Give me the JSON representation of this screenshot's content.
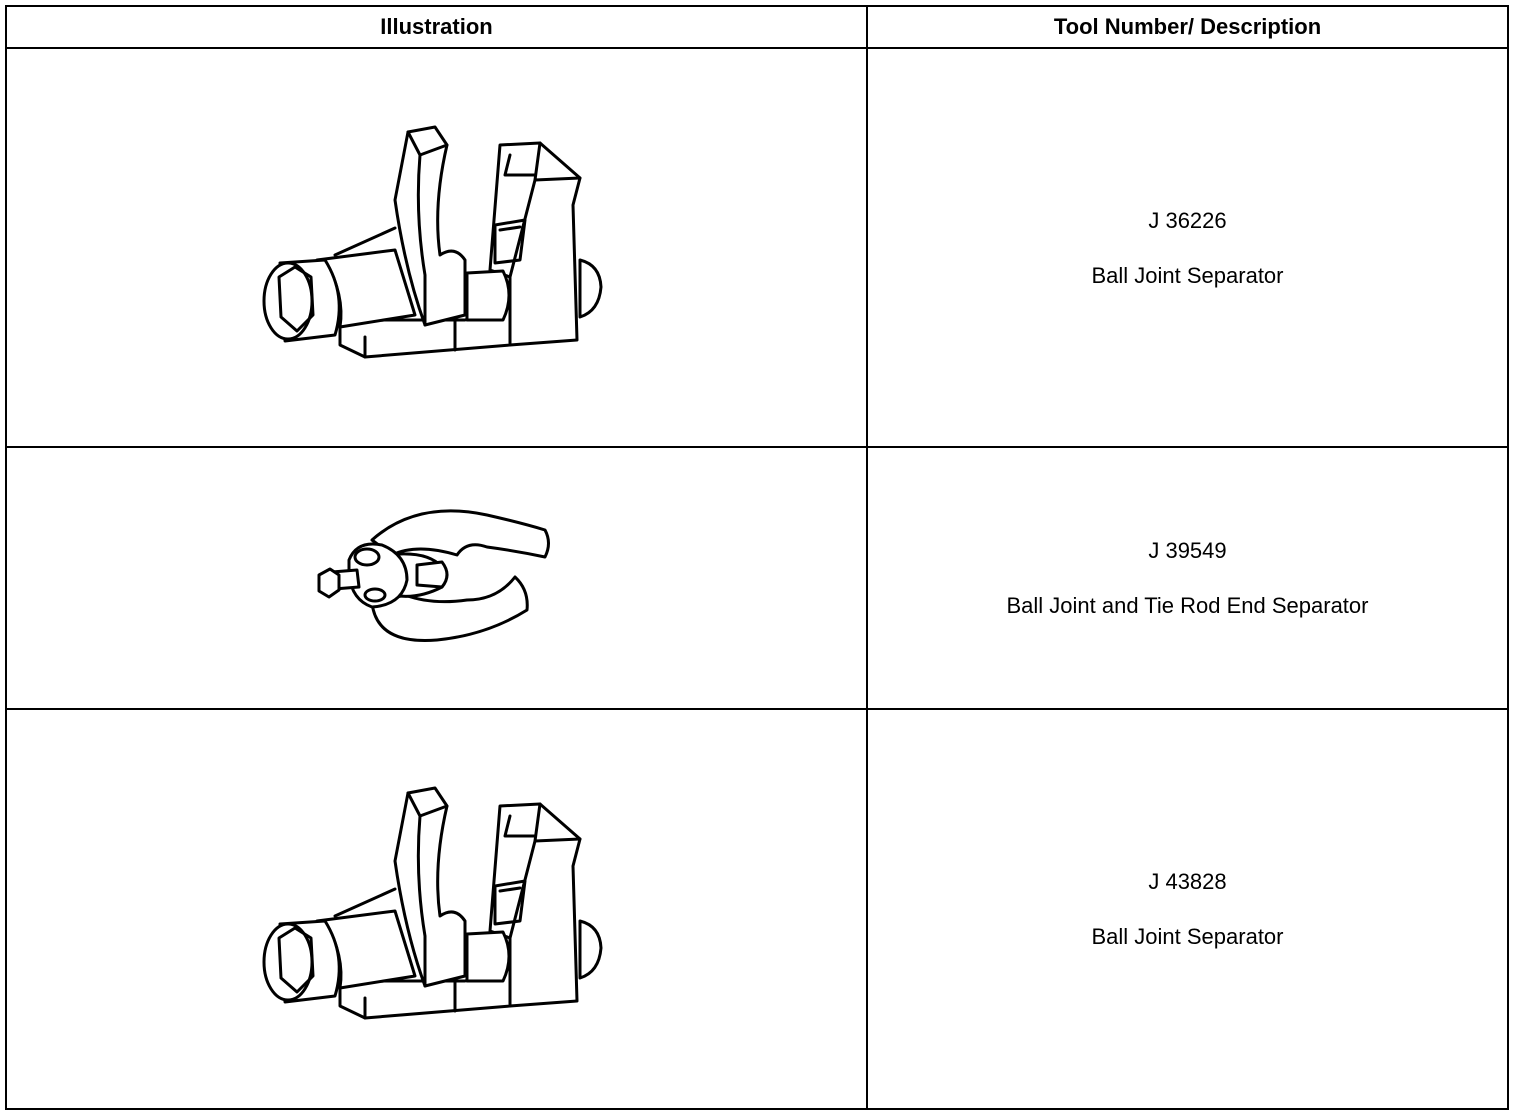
{
  "table": {
    "headers": {
      "illustration": "Illustration",
      "description": "Tool Number/ Description"
    },
    "rows": [
      {
        "tool_number": "J 36226",
        "description": "Ball Joint Separator",
        "illustration_icon": "ball-joint-separator-icon"
      },
      {
        "tool_number": "J 39549",
        "description": "Ball Joint and Tie Rod End Separator",
        "illustration_icon": "tie-rod-end-separator-icon"
      },
      {
        "tool_number": "J 43828",
        "description": "Ball Joint Separator",
        "illustration_icon": "ball-joint-separator-icon"
      }
    ]
  }
}
